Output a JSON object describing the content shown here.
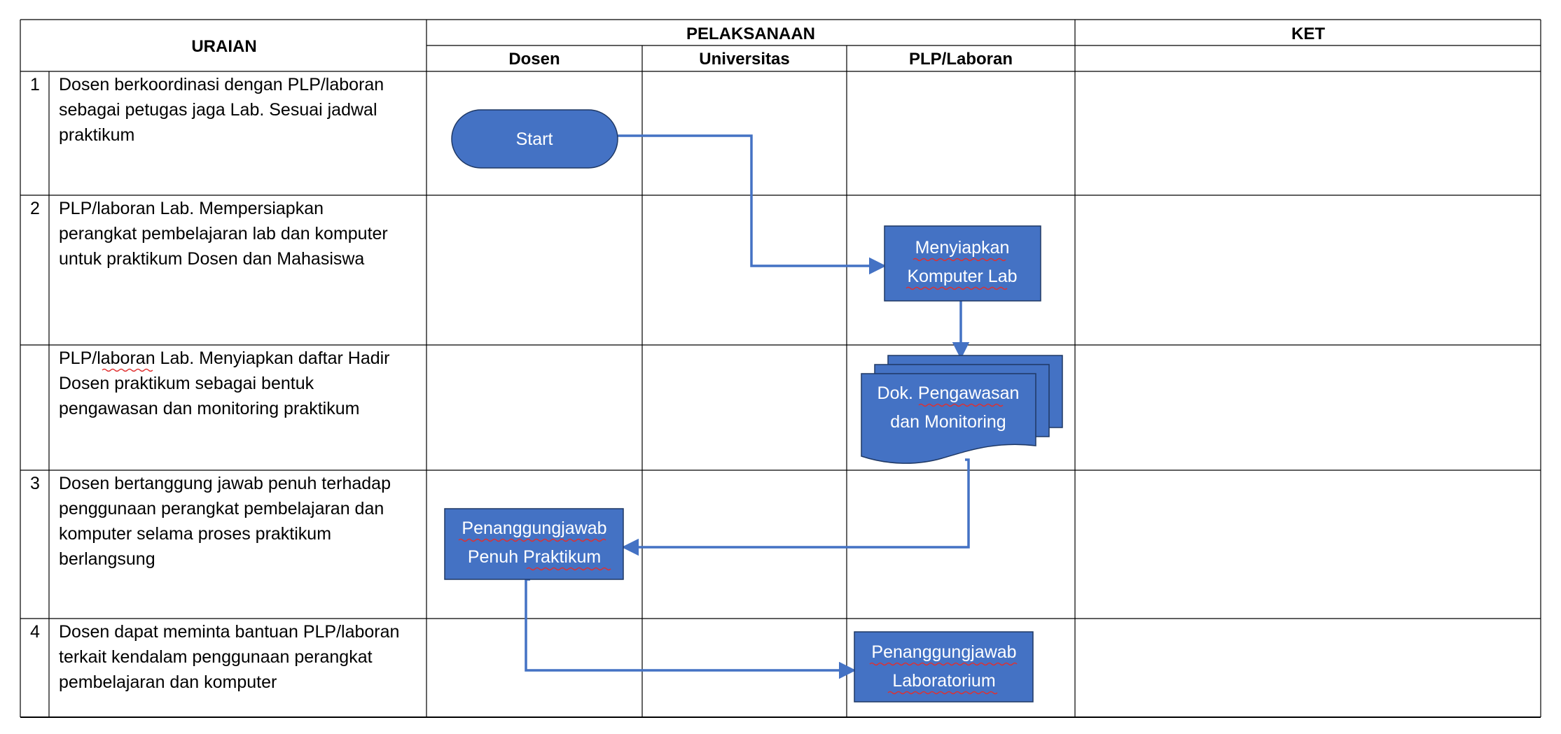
{
  "colors": {
    "shape_fill": "#4472c4",
    "shape_stroke": "#1f3864",
    "connector": "#4472c4",
    "grid": "#000000",
    "shape_text": "#ffffff"
  },
  "headers": {
    "uraian": "URAIAN",
    "pelaksanaan": "PELAKSANAAN",
    "ket": "KET",
    "dosen": "Dosen",
    "universitas": "Universitas",
    "plp": "PLP/Laboran"
  },
  "rows": [
    {
      "num": "1",
      "lines": [
        "Dosen berkoordinasi dengan PLP/laboran",
        "sebagai petugas jaga Lab. Sesuai jadwal",
        "praktikum"
      ],
      "ket": ""
    },
    {
      "num": "2",
      "lines": [
        "PLP/laboran Lab. Mempersiapkan",
        "perangkat pembelajaran lab dan komputer",
        "untuk praktikum Dosen dan Mahasiswa"
      ],
      "ket": ""
    },
    {
      "num": "",
      "lines": [
        "PLP/laboran Lab. Menyiapkan daftar Hadir",
        "Dosen praktikum sebagai bentuk",
        "pengawasan dan monitoring praktikum"
      ],
      "ket": ""
    },
    {
      "num": "3",
      "lines": [
        "Dosen bertanggung jawab penuh terhadap",
        "penggunaan perangkat pembelajaran dan",
        "komputer selama proses praktikum",
        "berlangsung"
      ],
      "ket": ""
    },
    {
      "num": "4",
      "lines": [
        "Dosen dapat meminta bantuan PLP/laboran",
        "terkait kendalam penggunaan perangkat",
        "pembelajaran dan komputer"
      ],
      "ket": ""
    }
  ],
  "shapes": {
    "start": {
      "lines": [
        "Start"
      ]
    },
    "menyiapkan": {
      "lines": [
        "Menyiapkan",
        "Komputer Lab"
      ]
    },
    "dokumen": {
      "lines": [
        "Dok. Pengawasan",
        "dan Monitoring"
      ]
    },
    "penuh": {
      "lines": [
        "Penanggungjawab",
        "Penuh Praktikum"
      ]
    },
    "laboratorium": {
      "lines": [
        "Penanggungjawab",
        "Laboratorium"
      ]
    }
  }
}
